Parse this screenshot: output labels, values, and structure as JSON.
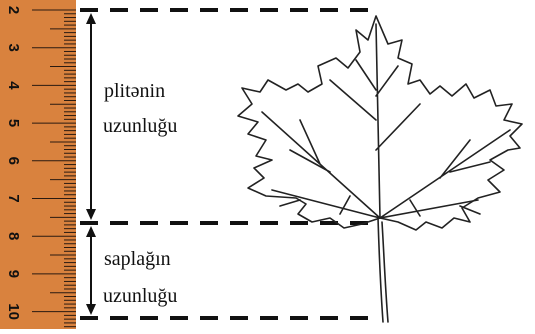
{
  "labels": {
    "plate_line1": "plitənin",
    "plate_line2": "uzunluğu",
    "petiole_line1": "saplağın",
    "petiole_line2": "uzunluğu"
  },
  "ruler": {
    "numbers": [
      "2",
      "3",
      "4",
      "5",
      "6",
      "7",
      "8",
      "9",
      "10"
    ],
    "color": "#d9823e"
  }
}
